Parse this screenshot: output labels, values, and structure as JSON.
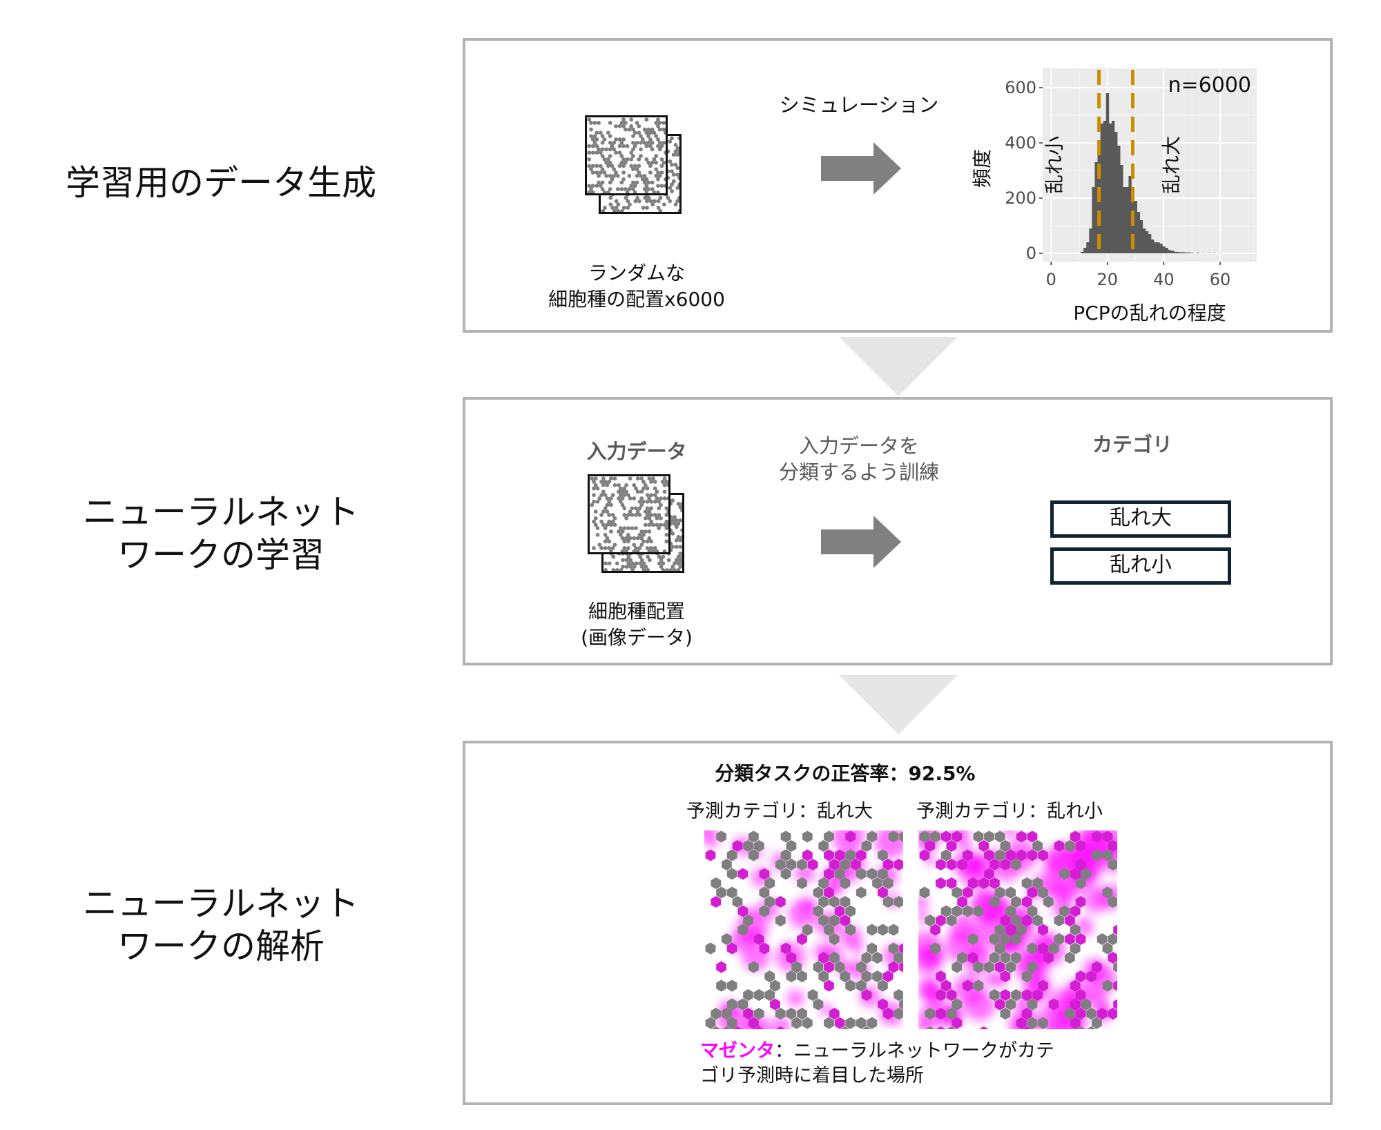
{
  "steps": [
    {
      "label_lines": [
        "学習用のデータ生成"
      ]
    },
    {
      "label_lines": [
        "ニューラルネット",
        "ワークの学習"
      ]
    },
    {
      "label_lines": [
        "ニューラルネット",
        "ワークの解析"
      ]
    }
  ],
  "panel1": {
    "input_caption_lines": [
      "ランダムな",
      "細胞種の配置x6000"
    ],
    "arrow_label": "シミュレーション",
    "histogram_annotation_n": "n=6000",
    "region_low_label": "乱れ小",
    "region_high_label": "乱れ大"
  },
  "panel2": {
    "input_heading": "入力データ",
    "input_caption_lines": [
      "細胞種配置",
      "(画像データ)"
    ],
    "arrow_label_lines": [
      "入力データを",
      "分類するよう訓練"
    ],
    "category_heading": "カテゴリ",
    "categories": [
      "乱れ大",
      "乱れ小"
    ]
  },
  "panel3": {
    "accuracy_title": "分類タスクの正答率：92.5%",
    "pred_labels": [
      "予測カテゴリ：乱れ大",
      "予測カテゴリ：乱れ小"
    ],
    "legend_keyword": "マゼンタ",
    "legend_rest_line1": "：ニューラルネットワークがカテ",
    "legend_line2": "ゴリ予測時に着目した場所"
  },
  "colors": {
    "panel_border": "#b3b3b3",
    "down_arrow": "#e6e6e6",
    "right_arrow": "#808080",
    "cell_gray": "#7f7f7f",
    "magenta": "#ff00ff",
    "threshold_line": "#cc8e00",
    "hist_bar": "#595959",
    "plot_bg": "#ebebeb",
    "category_border": "#0f2433"
  },
  "chart_data": {
    "type": "bar",
    "title": "",
    "annotation": "n=6000",
    "xlabel": "PCPの乱れの程度",
    "ylabel": "頻度",
    "xlim": [
      -3,
      73
    ],
    "ylim": [
      -30,
      670
    ],
    "x_ticks": [
      0,
      20,
      40,
      60
    ],
    "y_ticks": [
      0,
      200,
      400,
      600
    ],
    "grid": true,
    "bin_width": 1,
    "x": [
      11,
      12,
      13,
      14,
      15,
      16,
      17,
      18,
      19,
      20,
      21,
      22,
      23,
      24,
      25,
      26,
      27,
      28,
      29,
      30,
      31,
      32,
      33,
      34,
      35,
      36,
      37,
      38,
      39,
      40,
      41,
      42,
      43,
      44,
      45,
      46,
      47,
      48,
      49,
      50,
      52,
      54,
      56,
      58,
      60
    ],
    "values": [
      5,
      20,
      40,
      90,
      240,
      330,
      400,
      470,
      480,
      580,
      470,
      480,
      440,
      390,
      320,
      240,
      240,
      280,
      230,
      190,
      150,
      120,
      90,
      80,
      70,
      50,
      40,
      40,
      35,
      25,
      20,
      12,
      10,
      6,
      5,
      4,
      4,
      3,
      3,
      2,
      2,
      1,
      1,
      1,
      1
    ],
    "reference_lines": [
      {
        "orientation": "vertical",
        "x": 17,
        "style": "dashed",
        "color": "#cc8e00"
      },
      {
        "orientation": "vertical",
        "x": 29,
        "style": "dashed",
        "color": "#cc8e00"
      }
    ],
    "region_labels": [
      {
        "text": "乱れ小",
        "x_position": "left of x=17"
      },
      {
        "text": "乱れ大",
        "x_position": "right of x=29"
      }
    ]
  }
}
